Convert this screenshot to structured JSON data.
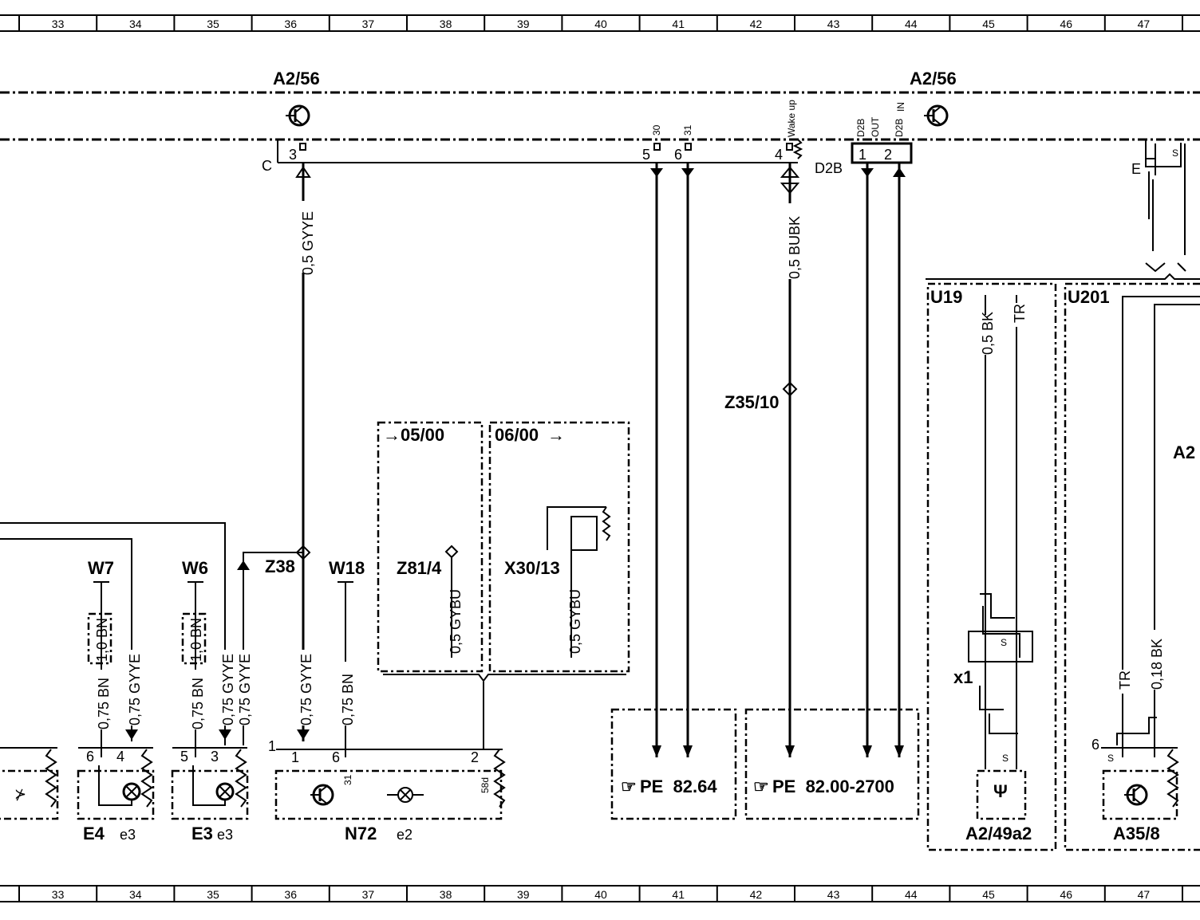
{
  "grid": {
    "numbers": [
      "33",
      "34",
      "35",
      "36",
      "37",
      "38",
      "39",
      "40",
      "41",
      "42",
      "43",
      "44",
      "45",
      "46",
      "47"
    ]
  },
  "components": {
    "a2_56_left": "A2/56",
    "a2_56_right": "A2/56",
    "z38": "Z38",
    "z35_10": "Z35/10",
    "z81_4": "Z81/4",
    "x30_13": "X30/13",
    "w7": "W7",
    "w6": "W6",
    "w18": "W18",
    "e4": "E4",
    "e3": "E3",
    "n72": "N72",
    "e3_sub1": "e3",
    "e3_sub2": "e3",
    "e2_sub": "e2",
    "a2_49a2": "A2/49a2",
    "a35_8": "A35/8",
    "u19": "U19",
    "u201": "U201",
    "x1": "x1",
    "a2_partial": "A2",
    "d2b_left": "D2B",
    "c_label": "C",
    "e_label": "E",
    "date_before": "05/00",
    "date_after": "06/00"
  },
  "references": {
    "pe1": "PE  82.64",
    "pe2": "PE  82.00-2700"
  },
  "wires": {
    "w_gyye_main": "0,5  GYYE",
    "w_bubk": "0,5  BUBK",
    "w_e4_bn": "0,75  BN",
    "w_e4_gyye": "0,75  GYYE",
    "w_e3_bn": "0,75  BN",
    "w_e3_gyye1": "0,75  GYYE",
    "w_e3_gyye2": "0,75  GYYE",
    "w_n72_gyye": "0,75  GYYE",
    "w_n72_bn": "0,75  BN",
    "w_z81_gybu": "0,5  GYBU",
    "w_x30_gybu": "0,5  GYBU",
    "w_u19_bk": "0,5  BK",
    "w_u19_tr": "TR",
    "w_u201_tr": "TR",
    "w_u201_bk": "0,18  BK",
    "w7_bn10": "1,0  BN",
    "w6_bn10": "1,0  BN"
  },
  "pins": {
    "p3": "3",
    "p5": "5",
    "p6": "6",
    "p4": "4",
    "p1": "1",
    "p2": "2",
    "p30": "30",
    "p31": "31",
    "wake": "Wake up",
    "d2b_a": "D2B",
    "out": "OUT",
    "d2b_b": "D2B",
    "in": "IN",
    "e4_6": "6",
    "e4_4": "4",
    "e3_5": "5",
    "e3_3": "3",
    "n72_1": "1",
    "n72_1b": "1",
    "n72_6": "6",
    "n72_31": "31",
    "n72_2": "2",
    "n72_58d": "58d",
    "a35_6": "6",
    "s1": "S",
    "s2": "S",
    "s3": "S",
    "s4": "S"
  }
}
